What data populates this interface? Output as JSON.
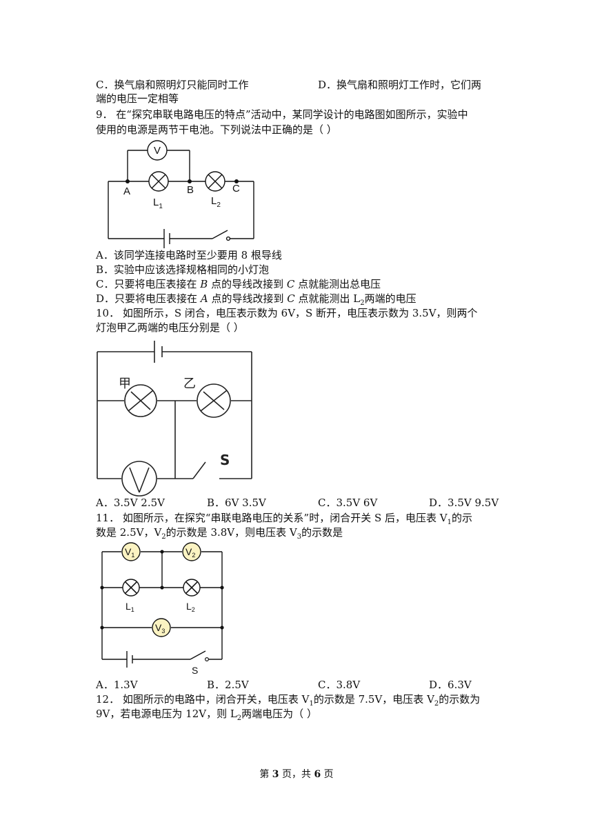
{
  "q8": {
    "opt_c": "C．换气扇和照明灯只能同时工作",
    "opt_d_1": "D．换气扇和照明灯工作时，它们两",
    "opt_d_2": "端的电压一定相等"
  },
  "q9": {
    "stem_1": "9．  在“探究串联电路电压的特点”活动中，某同学设计的电路图如图所示，实验中",
    "stem_2": "使用的电源是两节干电池。下列说法中正确的是（          ）",
    "fig": {
      "meter": "V",
      "node_a": "A",
      "node_b": "B",
      "node_c": "C",
      "lamp1": "L",
      "lamp1_sub": "1",
      "lamp2": "L",
      "lamp2_sub": "2"
    },
    "opt_a": "A．该同学连接电路时至少要用 8 根导线",
    "opt_b": "B．实验中应该选择规格相同的小灯泡",
    "opt_c_pre": "C．只要将电压表接在",
    "opt_c_b": "B",
    "opt_c_mid": "点的导线改接到",
    "opt_c_c": "C",
    "opt_c_post": "点就能测出总电压",
    "opt_d_pre": "D．只要将电压表接在",
    "opt_d_a": "A",
    "opt_d_mid": "点的导线改接到",
    "opt_d_c": "C",
    "opt_d_post": "点就能测出 L",
    "opt_d_sub": "2",
    "opt_d_end": "两端的电压"
  },
  "q10": {
    "stem_1": "10．  如图所示，S 闭合，电压表示数为 6V，S 断开，电压表示数为 3.5V，则两个",
    "stem_2": "灯泡甲乙两端的电压分别是（          ）",
    "fig": {
      "lamp_jia": "甲",
      "lamp_yi": "乙",
      "switch": "S"
    },
    "opt_a": "A．3.5V   2.5V",
    "opt_b": "B．6V   3.5V",
    "opt_c": "C．3.5V   6V",
    "opt_d": "D．3.5V 9.5V"
  },
  "q11": {
    "stem_1_pre": "11．  如图所示，在探究“串联电路电压的关系”时，闭合开关 S 后，电压表 V",
    "stem_1_sub": "1",
    "stem_1_post": "的示",
    "stem_2_pre": "数是 2.5V，V",
    "stem_2_sub": "2",
    "stem_2_mid": "的示数是 3.8V，则电压表 V",
    "stem_2_sub2": "3",
    "stem_2_post": "的示数是",
    "fig": {
      "v1": "V",
      "v1_sub": "1",
      "v2": "V",
      "v2_sub": "2",
      "v3": "V",
      "v3_sub": "3",
      "l1": "L",
      "l1_sub": "1",
      "l2": "L",
      "l2_sub": "2",
      "switch": "S"
    },
    "opt_a": "A．1.3V",
    "opt_b": "B．2.5V",
    "opt_c": "C．3.8V",
    "opt_d": "D．6.3V"
  },
  "q12": {
    "stem_1_pre": "12．  如图所示的电路中，闭合开关，电压表 V",
    "stem_1_sub": "1",
    "stem_1_mid": "的示数是 7.5V，电压表 V",
    "stem_1_sub2": "2",
    "stem_1_post": "的示数为",
    "stem_2_pre": "9V，若电源电压为 12V，则 L",
    "stem_2_sub": "2",
    "stem_2_post": "两端电压为（          ）"
  },
  "footer": {
    "pre": "第 ",
    "page": "3",
    "mid": " 页，共 ",
    "total": "6",
    "post": " 页"
  }
}
